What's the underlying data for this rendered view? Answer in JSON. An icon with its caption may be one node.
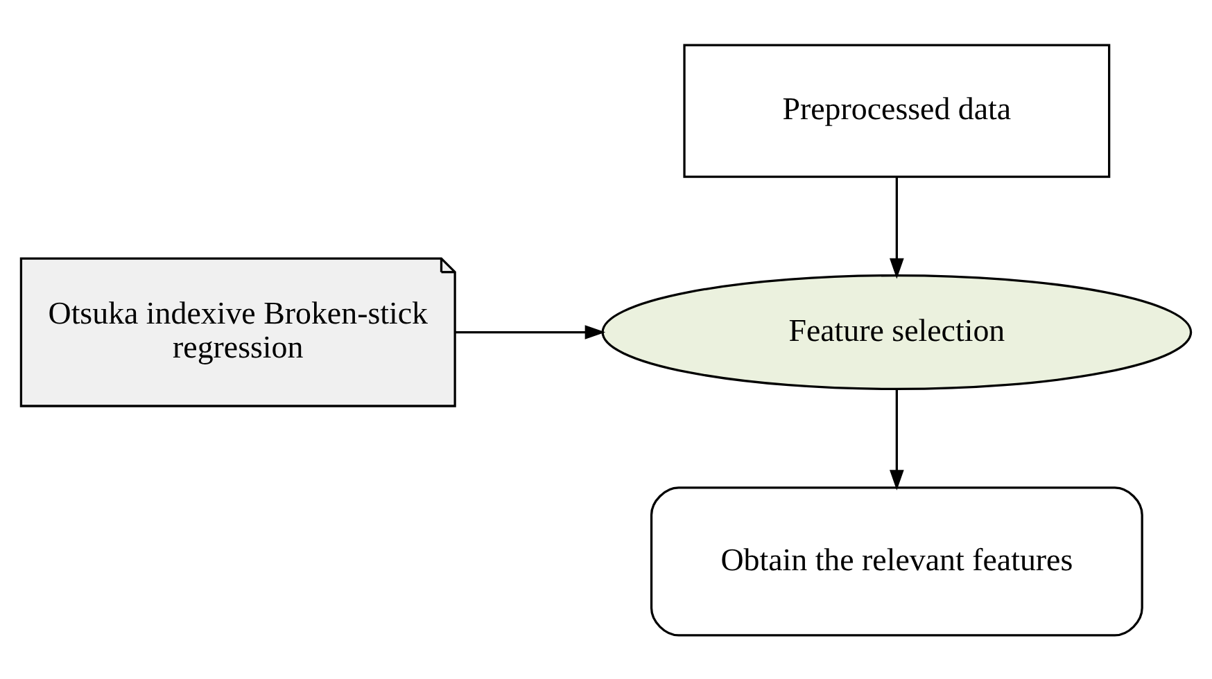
{
  "diagram": {
    "nodes": [
      {
        "text": [
          "Preprocessed data"
        ]
      },
      {
        "text": [
          "Feature selection"
        ]
      },
      {
        "text": [
          "Otsuka indexive Broken-stick regression"
        ]
      },
      {
        "text": [
          "Obtain the relevant features"
        ]
      }
    ],
    "edges": [
      {
        "from": 0,
        "to": 1,
        "arrow": "to"
      },
      {
        "from": 2,
        "to": 1,
        "arrow": "to"
      },
      {
        "from": 1,
        "to": 3,
        "arrow": "to"
      }
    ]
  }
}
